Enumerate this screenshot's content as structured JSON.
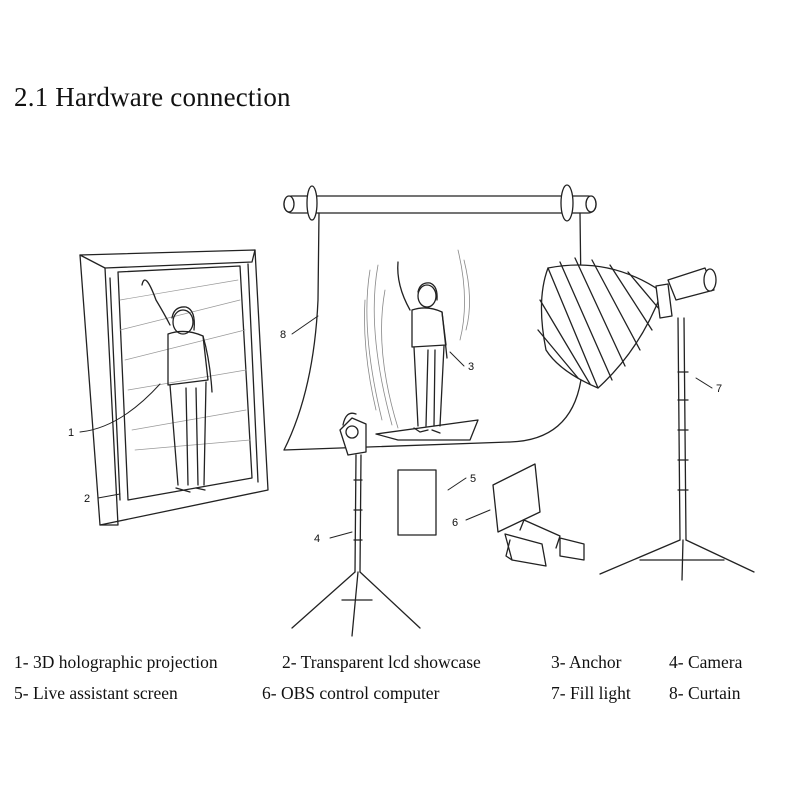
{
  "heading": "2.1 Hardware connection",
  "callouts": {
    "c1": "1",
    "c2": "2",
    "c3": "3",
    "c4": "4",
    "c5": "5",
    "c6": "6",
    "c7": "7",
    "c8": "8"
  },
  "legend": {
    "row1": [
      "1- 3D holographic projection",
      "2- Transparent lcd showcase",
      "3- Anchor",
      "4- Camera"
    ],
    "row2": [
      "5- Live assistant screen",
      "6- OBS control computer",
      "7- Fill light",
      "8- Curtain"
    ]
  }
}
